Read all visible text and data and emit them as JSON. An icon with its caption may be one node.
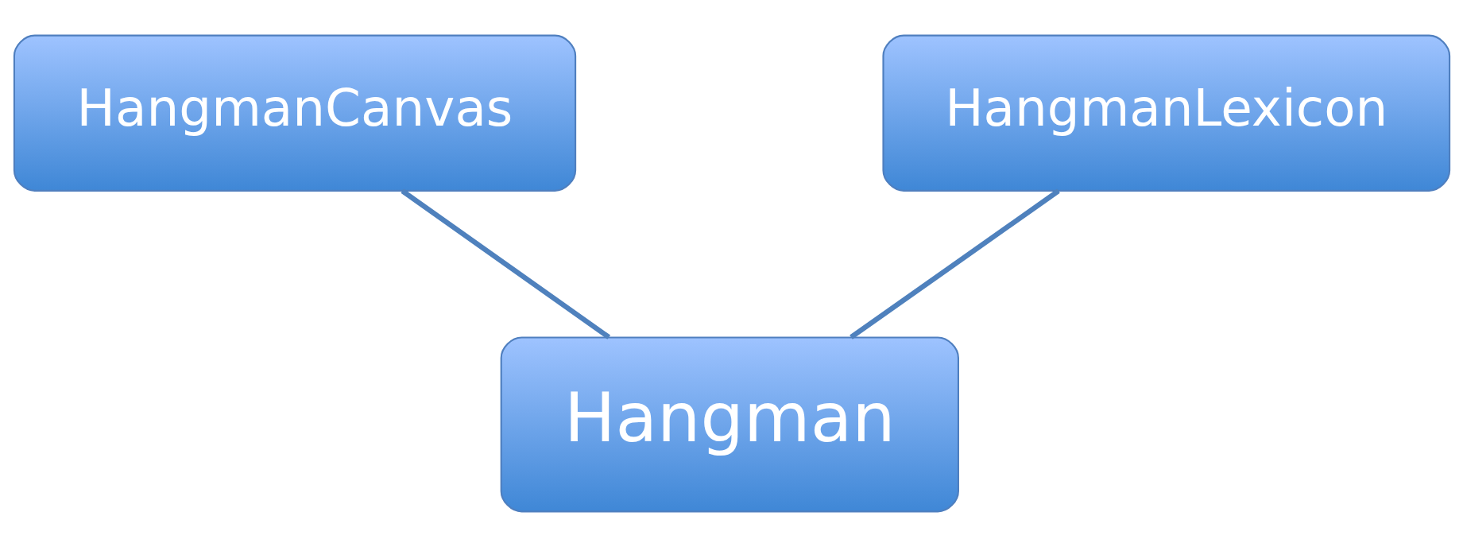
{
  "diagram": {
    "nodes": [
      {
        "text": [
          "HangmanCanvas"
        ]
      },
      {
        "text": [
          "HangmanLexicon"
        ]
      },
      {
        "text": [
          "Hangman"
        ]
      }
    ],
    "edges": [
      {
        "from": 0,
        "to": 2,
        "arrow": "none"
      },
      {
        "from": 1,
        "to": 2,
        "arrow": "none"
      }
    ]
  }
}
